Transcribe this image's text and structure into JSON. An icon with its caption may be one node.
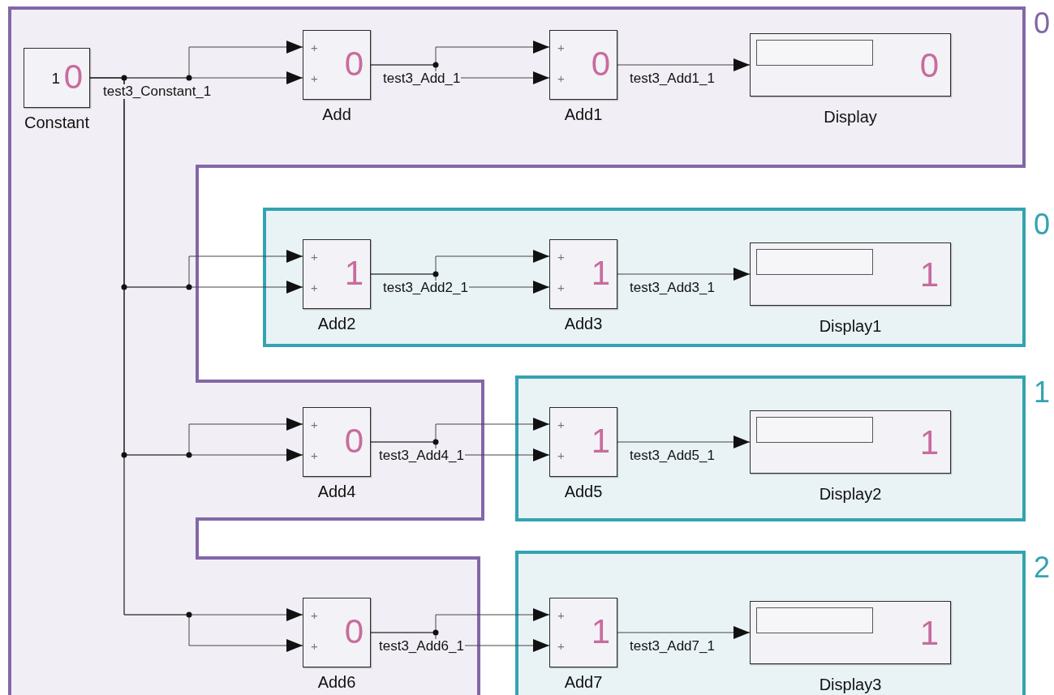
{
  "diagram": {
    "nodes": [
      {
        "text": [
          "0"
        ]
      },
      {
        "text": [
          "0"
        ]
      },
      {
        "text": [
          "1"
        ]
      },
      {
        "text": [
          "2"
        ]
      },
      {
        "text": [
          "1",
          "0"
        ],
        "beside": [
          "Constant"
        ],
        "in": 0
      },
      {
        "text": [
          "+",
          "+",
          "0"
        ],
        "beside": [
          "Add"
        ],
        "in": 0
      },
      {
        "text": [
          "+",
          "+",
          "0"
        ],
        "beside": [
          "Add1"
        ],
        "in": 0
      },
      {
        "text": [
          "0"
        ],
        "beside": [
          "Display"
        ],
        "in": 0
      },
      {
        "text": [
          "+",
          "+",
          "1"
        ],
        "beside": [
          "Add2"
        ],
        "in": 1
      },
      {
        "text": [
          "+",
          "+",
          "1"
        ],
        "beside": [
          "Add3"
        ],
        "in": 1
      },
      {
        "text": [
          "1"
        ],
        "beside": [
          "Display1"
        ],
        "in": 1
      },
      {
        "text": [
          "+",
          "+",
          "0"
        ],
        "beside": [
          "Add4"
        ],
        "in": 0
      },
      {
        "text": [
          "+",
          "+",
          "1"
        ],
        "beside": [
          "Add5"
        ],
        "in": 2
      },
      {
        "text": [
          "1"
        ],
        "beside": [
          "Display2"
        ],
        "in": 2
      },
      {
        "text": [
          "+",
          "+",
          "0"
        ],
        "beside": [
          "Add6"
        ],
        "in": 0
      },
      {
        "text": [
          "+",
          "+",
          "1"
        ],
        "beside": [
          "Add7"
        ],
        "in": 3
      },
      {
        "text": [
          "1"
        ],
        "beside": [
          "Display3"
        ],
        "in": 3
      },
      {
        "text": [],
        "shape": "box",
        "in": 7
      },
      {
        "text": [],
        "shape": "box",
        "in": 10
      },
      {
        "text": [],
        "shape": "box",
        "in": 13
      },
      {
        "text": [],
        "shape": "box",
        "in": 16
      }
    ],
    "edges": [
      {
        "from": 4,
        "to": 5,
        "arrow": "to",
        "label": "test3_Constant_1"
      },
      {
        "from": 4,
        "to": 5,
        "arrow": "to"
      },
      {
        "from": 4,
        "to": 8,
        "arrow": "to"
      },
      {
        "from": 4,
        "to": 8,
        "arrow": "to"
      },
      {
        "from": 4,
        "to": 11,
        "arrow": "to"
      },
      {
        "from": 4,
        "to": 11,
        "arrow": "to"
      },
      {
        "from": 4,
        "to": 14,
        "arrow": "to"
      },
      {
        "from": 4,
        "to": 14,
        "arrow": "to"
      },
      {
        "from": 5,
        "to": 6,
        "arrow": "to",
        "label": "test3_Add_1"
      },
      {
        "from": 5,
        "to": 6,
        "arrow": "to"
      },
      {
        "from": 6,
        "to": 7,
        "arrow": "to",
        "label": "test3_Add1_1"
      },
      {
        "from": 8,
        "to": 9,
        "arrow": "to",
        "label": "test3_Add2_1"
      },
      {
        "from": 8,
        "to": 9,
        "arrow": "to"
      },
      {
        "from": 9,
        "to": 10,
        "arrow": "to",
        "label": "test3_Add3_1"
      },
      {
        "from": 11,
        "to": 12,
        "arrow": "to",
        "label": "test3_Add4_1"
      },
      {
        "from": 11,
        "to": 12,
        "arrow": "to"
      },
      {
        "from": 12,
        "to": 13,
        "arrow": "to",
        "label": "test3_Add5_1"
      },
      {
        "from": 14,
        "to": 15,
        "arrow": "to",
        "label": "test3_Add6_1"
      },
      {
        "from": 14,
        "to": 15,
        "arrow": "to"
      },
      {
        "from": 15,
        "to": 16,
        "arrow": "to",
        "label": "test3_Add7_1"
      }
    ]
  }
}
